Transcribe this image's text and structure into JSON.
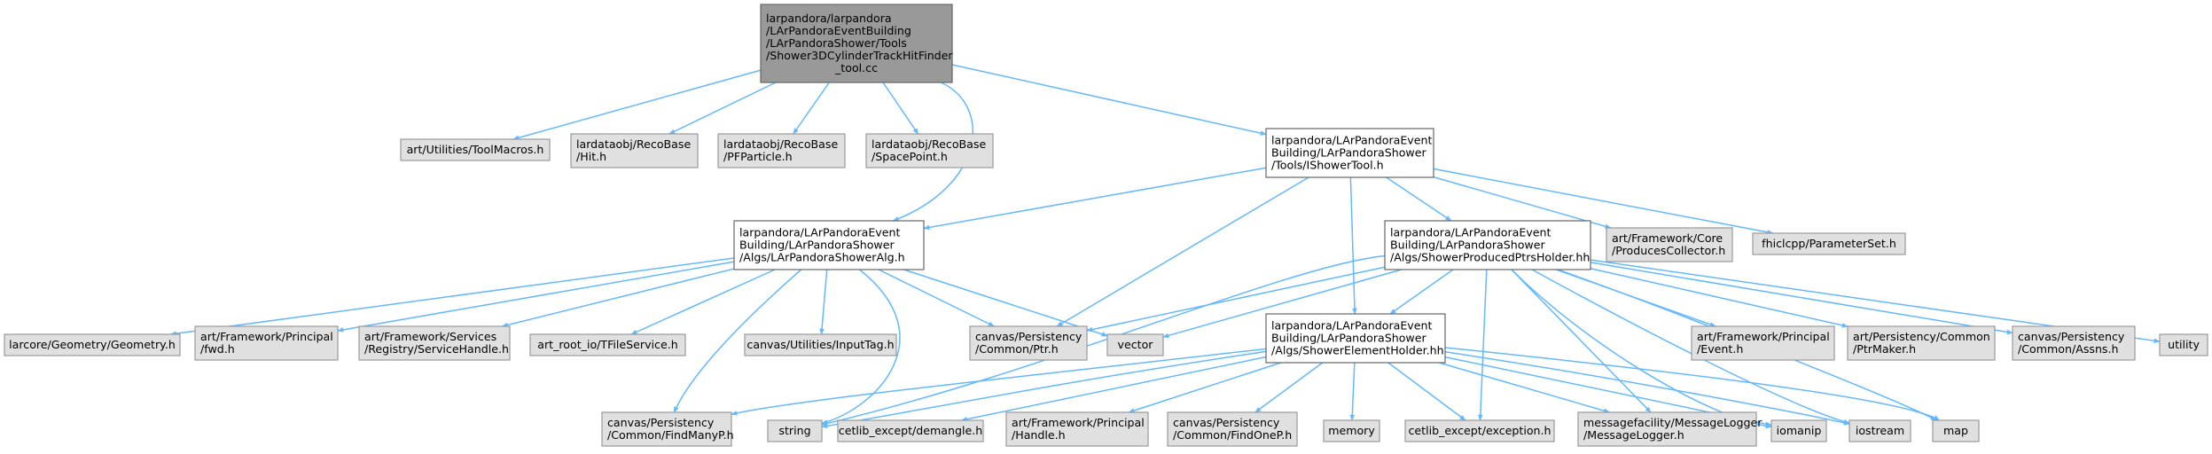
{
  "colors": {
    "root_fill": "#999999",
    "root_stroke": "#666666",
    "internal_fill": "#ffffff",
    "internal_stroke": "#666666",
    "external_fill": "#e0e0e0",
    "external_stroke": "#999999",
    "edge": "#63b8ff"
  },
  "nodes": [
    {
      "id": "root",
      "kind": "root",
      "lines": [
        "larpandora/larpandora",
        "/LArPandoraEventBuilding",
        "/LArPandoraShower/Tools",
        "/Shower3DCylinderTrackHitFinder",
        "_tool.cc"
      ]
    },
    {
      "id": "toolmacros",
      "kind": "external",
      "lines": [
        "art/Utilities/ToolMacros.h"
      ]
    },
    {
      "id": "hit",
      "kind": "external",
      "lines": [
        "lardataobj/RecoBase",
        "/Hit.h"
      ]
    },
    {
      "id": "pfparticle",
      "kind": "external",
      "lines": [
        "lardataobj/RecoBase",
        "/PFParticle.h"
      ]
    },
    {
      "id": "spacepoint",
      "kind": "external",
      "lines": [
        "lardataobj/RecoBase",
        "/SpacePoint.h"
      ]
    },
    {
      "id": "ishowertool",
      "kind": "internal",
      "lines": [
        "larpandora/LArPandoraEvent",
        "Building/LArPandoraShower",
        "/Tools/IShowerTool.h"
      ]
    },
    {
      "id": "showeralg",
      "kind": "internal",
      "lines": [
        "larpandora/LArPandoraEvent",
        "Building/LArPandoraShower",
        "/Algs/LArPandoraShowerAlg.h"
      ]
    },
    {
      "id": "producedptrs",
      "kind": "internal",
      "lines": [
        "larpandora/LArPandoraEvent",
        "Building/LArPandoraShower",
        "/Algs/ShowerProducedPtrsHolder.hh"
      ]
    },
    {
      "id": "producescollector",
      "kind": "external",
      "lines": [
        "art/Framework/Core",
        "/ProducesCollector.h"
      ]
    },
    {
      "id": "parameterset",
      "kind": "external",
      "lines": [
        "fhiclcpp/ParameterSet.h"
      ]
    },
    {
      "id": "elementholder",
      "kind": "internal",
      "lines": [
        "larpandora/LArPandoraEvent",
        "Building/LArPandoraShower",
        "/Algs/ShowerElementHolder.hh"
      ]
    },
    {
      "id": "geometry",
      "kind": "external",
      "lines": [
        "larcore/Geometry/Geometry.h"
      ]
    },
    {
      "id": "fwd",
      "kind": "external",
      "lines": [
        "art/Framework/Principal",
        "/fwd.h"
      ]
    },
    {
      "id": "servicehandle",
      "kind": "external",
      "lines": [
        "art/Framework/Services",
        "/Registry/ServiceHandle.h"
      ]
    },
    {
      "id": "tfileservice",
      "kind": "external",
      "lines": [
        "art_root_io/TFileService.h"
      ]
    },
    {
      "id": "inputtag",
      "kind": "external",
      "lines": [
        "canvas/Utilities/InputTag.h"
      ]
    },
    {
      "id": "ptr",
      "kind": "external",
      "lines": [
        "canvas/Persistency",
        "/Common/Ptr.h"
      ]
    },
    {
      "id": "vector",
      "kind": "external",
      "lines": [
        "vector"
      ]
    },
    {
      "id": "event",
      "kind": "external",
      "lines": [
        "art/Framework/Principal",
        "/Event.h"
      ]
    },
    {
      "id": "ptrmaker",
      "kind": "external",
      "lines": [
        "art/Persistency/Common",
        "/PtrMaker.h"
      ]
    },
    {
      "id": "assns",
      "kind": "external",
      "lines": [
        "canvas/Persistency",
        "/Common/Assns.h"
      ]
    },
    {
      "id": "utility",
      "kind": "external",
      "lines": [
        "utility"
      ]
    },
    {
      "id": "findmanyp",
      "kind": "external",
      "lines": [
        "canvas/Persistency",
        "/Common/FindManyP.h"
      ]
    },
    {
      "id": "string",
      "kind": "external",
      "lines": [
        "string"
      ]
    },
    {
      "id": "demangle",
      "kind": "external",
      "lines": [
        "cetlib_except/demangle.h"
      ]
    },
    {
      "id": "handle",
      "kind": "external",
      "lines": [
        "art/Framework/Principal",
        "/Handle.h"
      ]
    },
    {
      "id": "findonep",
      "kind": "external",
      "lines": [
        "canvas/Persistency",
        "/Common/FindOneP.h"
      ]
    },
    {
      "id": "memory",
      "kind": "external",
      "lines": [
        "memory"
      ]
    },
    {
      "id": "exception",
      "kind": "external",
      "lines": [
        "cetlib_except/exception.h"
      ]
    },
    {
      "id": "messagelogger",
      "kind": "external",
      "lines": [
        "messagefacility/MessageLogger",
        "/MessageLogger.h"
      ]
    },
    {
      "id": "iomanip",
      "kind": "external",
      "lines": [
        "iomanip"
      ]
    },
    {
      "id": "iostream",
      "kind": "external",
      "lines": [
        "iostream"
      ]
    },
    {
      "id": "map",
      "kind": "external",
      "lines": [
        "map"
      ]
    }
  ],
  "edges": [
    [
      "root",
      "toolmacros"
    ],
    [
      "root",
      "hit"
    ],
    [
      "root",
      "pfparticle"
    ],
    [
      "root",
      "spacepoint"
    ],
    [
      "root",
      "ishowertool"
    ],
    [
      "root",
      "showeralg"
    ],
    [
      "ishowertool",
      "showeralg"
    ],
    [
      "ishowertool",
      "producedptrs"
    ],
    [
      "ishowertool",
      "elementholder"
    ],
    [
      "ishowertool",
      "producescollector"
    ],
    [
      "ishowertool",
      "parameterset"
    ],
    [
      "ishowertool",
      "ptr"
    ],
    [
      "showeralg",
      "geometry"
    ],
    [
      "showeralg",
      "fwd"
    ],
    [
      "showeralg",
      "servicehandle"
    ],
    [
      "showeralg",
      "tfileservice"
    ],
    [
      "showeralg",
      "inputtag"
    ],
    [
      "showeralg",
      "ptr"
    ],
    [
      "showeralg",
      "vector"
    ],
    [
      "showeralg",
      "findmanyp"
    ],
    [
      "showeralg",
      "string"
    ],
    [
      "producedptrs",
      "elementholder"
    ],
    [
      "producedptrs",
      "ptr"
    ],
    [
      "producedptrs",
      "vector"
    ],
    [
      "producedptrs",
      "event"
    ],
    [
      "producedptrs",
      "ptrmaker"
    ],
    [
      "producedptrs",
      "assns"
    ],
    [
      "producedptrs",
      "utility"
    ],
    [
      "producedptrs",
      "string"
    ],
    [
      "producedptrs",
      "exception"
    ],
    [
      "producedptrs",
      "messagelogger"
    ],
    [
      "producedptrs",
      "iomanip"
    ],
    [
      "producedptrs",
      "iostream"
    ],
    [
      "producedptrs",
      "map"
    ],
    [
      "elementholder",
      "findmanyp"
    ],
    [
      "elementholder",
      "string"
    ],
    [
      "elementholder",
      "demangle"
    ],
    [
      "elementholder",
      "handle"
    ],
    [
      "elementholder",
      "findonep"
    ],
    [
      "elementholder",
      "memory"
    ],
    [
      "elementholder",
      "exception"
    ],
    [
      "elementholder",
      "messagelogger"
    ],
    [
      "elementholder",
      "iomanip"
    ],
    [
      "elementholder",
      "iostream"
    ],
    [
      "elementholder",
      "map"
    ]
  ]
}
